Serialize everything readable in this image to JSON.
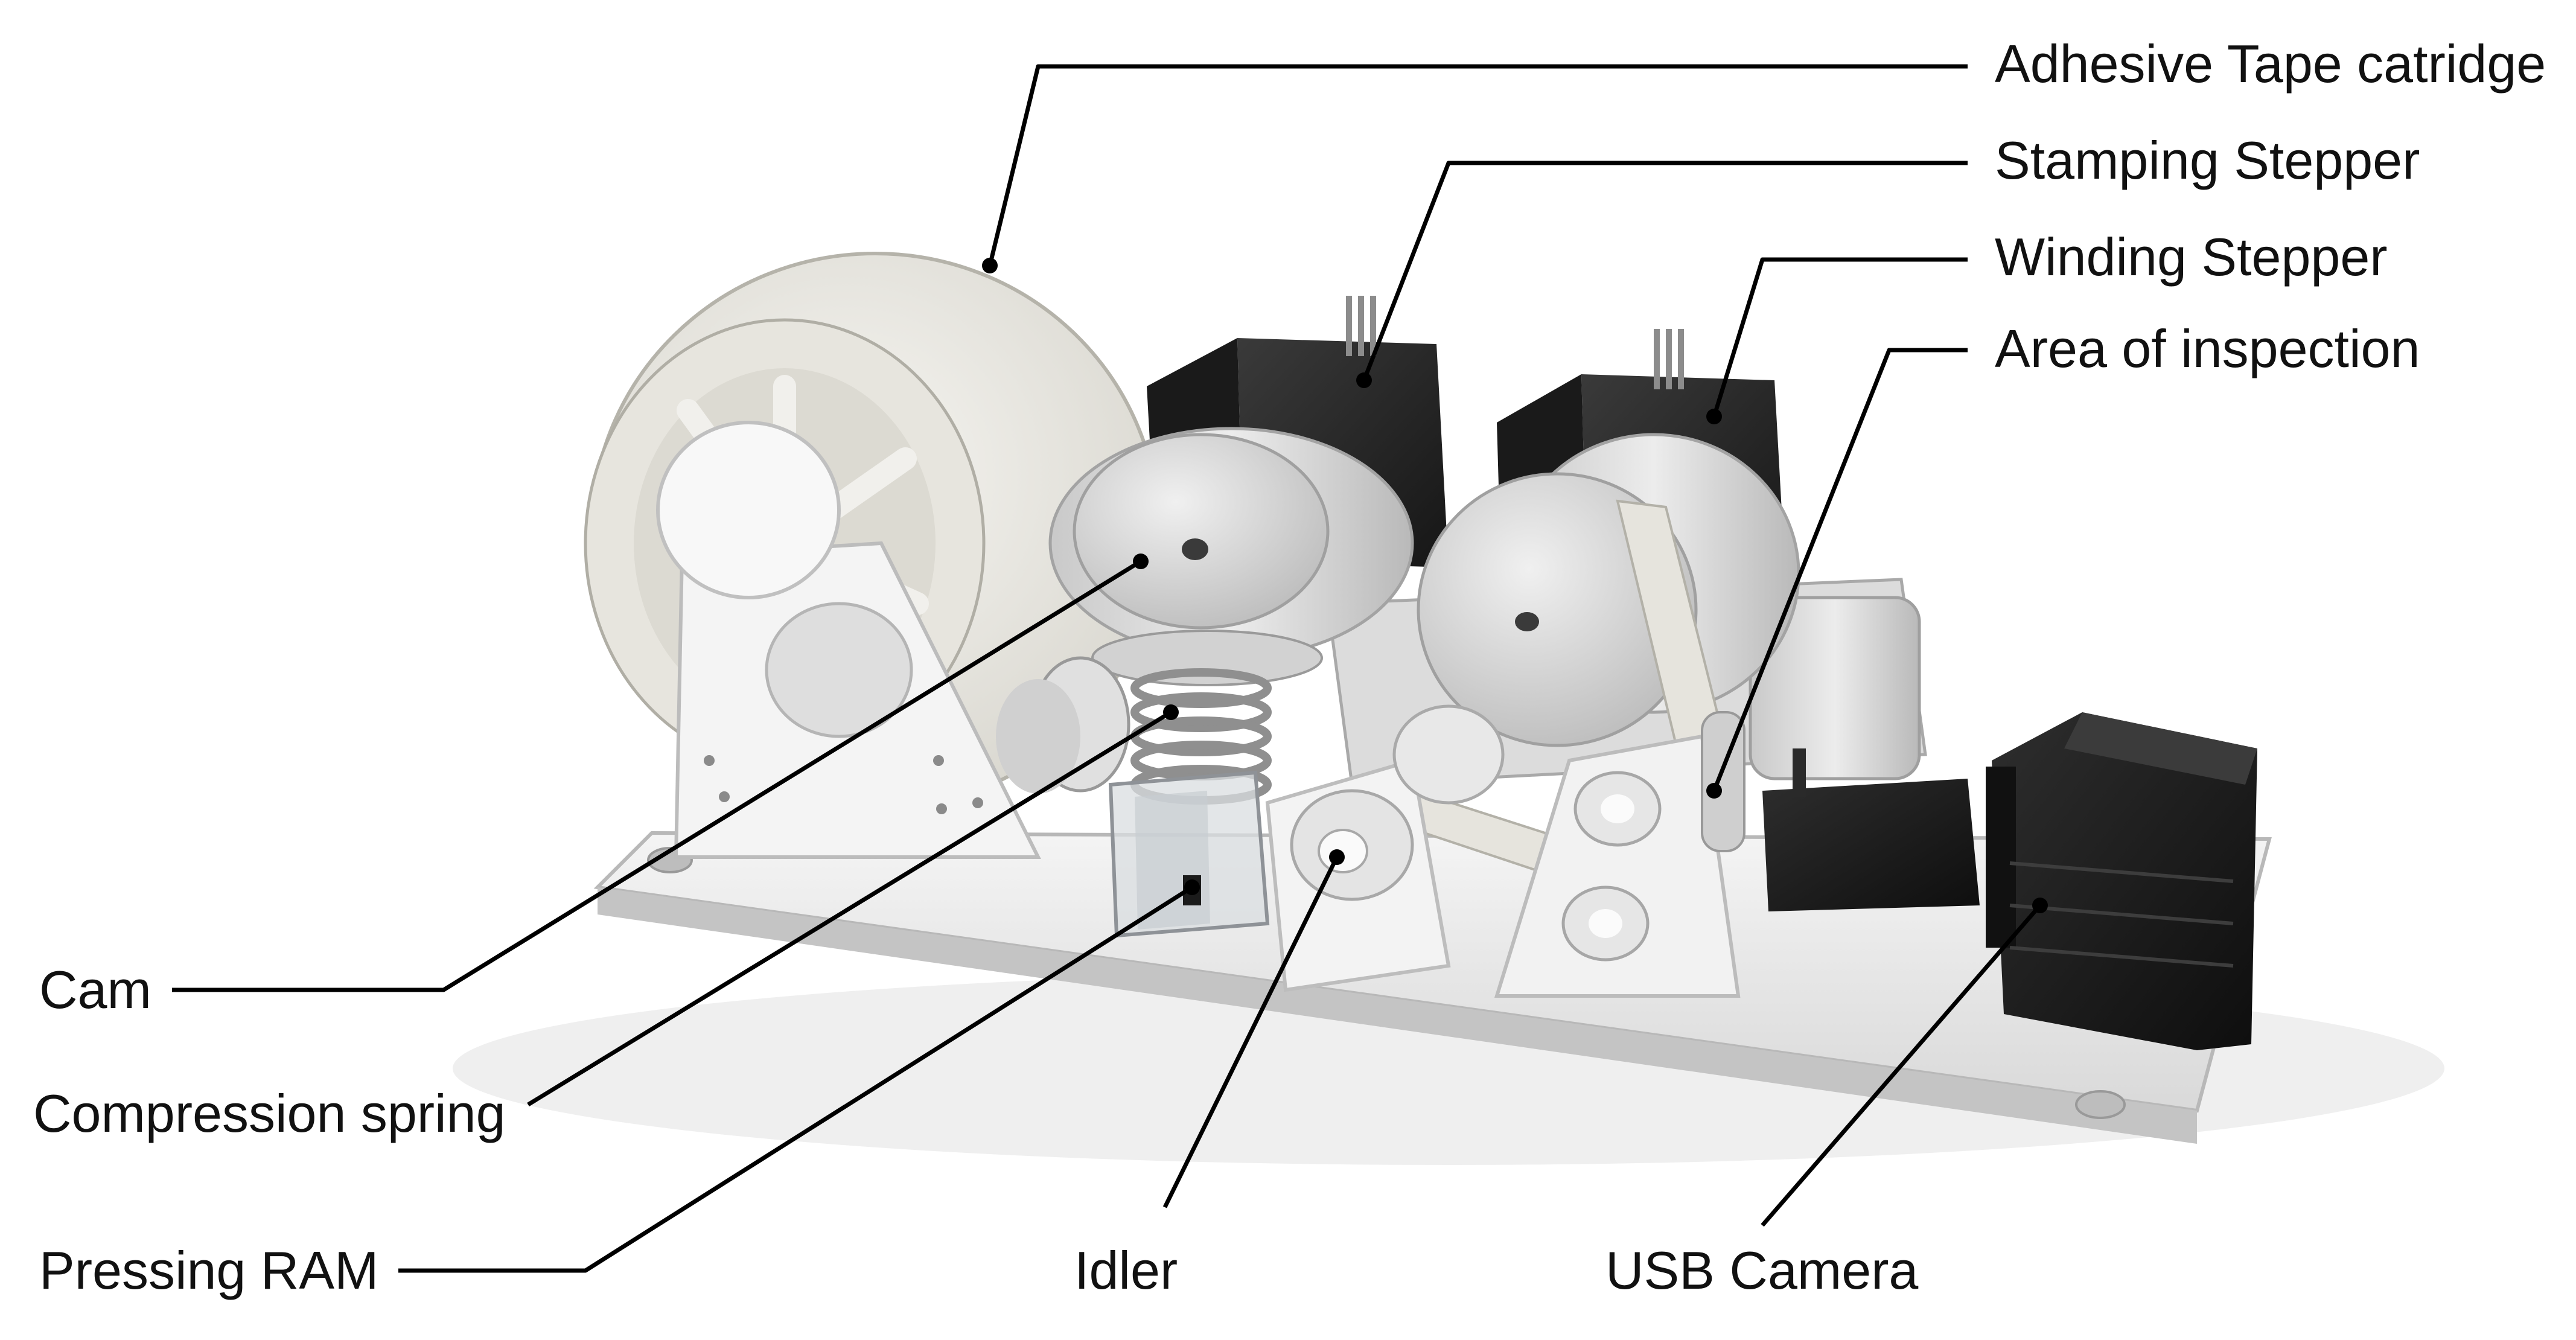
{
  "diagram": {
    "labels": {
      "adhesive_tape": "Adhesive Tape catridge",
      "stamping_stepper": "Stamping Stepper",
      "winding_stepper": "Winding Stepper",
      "area_of_inspection": "Area of inspection",
      "cam": "Cam",
      "compression_spring": "Compression spring",
      "pressing_ram": "Pressing RAM",
      "idler": "Idler",
      "usb_camera": "USB Camera"
    },
    "colors": {
      "background": "#ffffff",
      "leader_line": "#000000",
      "motor_body": "#2a2a2a",
      "aluminium": "#d6d6d6",
      "white_plastic": "#f2f2f2",
      "tape": "#e8e6e0"
    }
  }
}
